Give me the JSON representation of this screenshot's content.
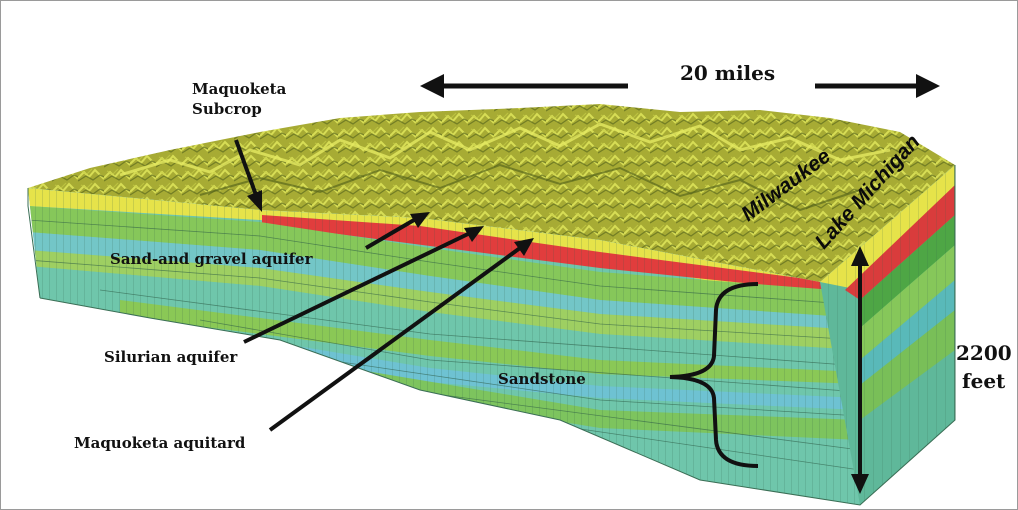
{
  "labels": {
    "scale_width": "20 miles",
    "subcrop_line1": "Maquoketa",
    "subcrop_line2": "Subcrop",
    "sand_gravel": "Sand-and gravel aquifer",
    "silurian": "Silurian aquifer",
    "aquitard": "Maquoketa aquitard",
    "sandstone": "Sandstone",
    "depth_value": "2200",
    "depth_unit": "feet",
    "city": "Milwaukee",
    "lake": "Lake Michigan"
  },
  "colors": {
    "terrain": "#a9ad33",
    "terrain_light": "#d8df55",
    "sand_gravel_layer": "#e4e24a",
    "maquoketa_layer": "#e23c3c",
    "teal_layer": "#6cc7a8",
    "green_layer": "#7fc35a",
    "blue_layer": "#6ec6d6",
    "grid": "#3a6e55"
  }
}
